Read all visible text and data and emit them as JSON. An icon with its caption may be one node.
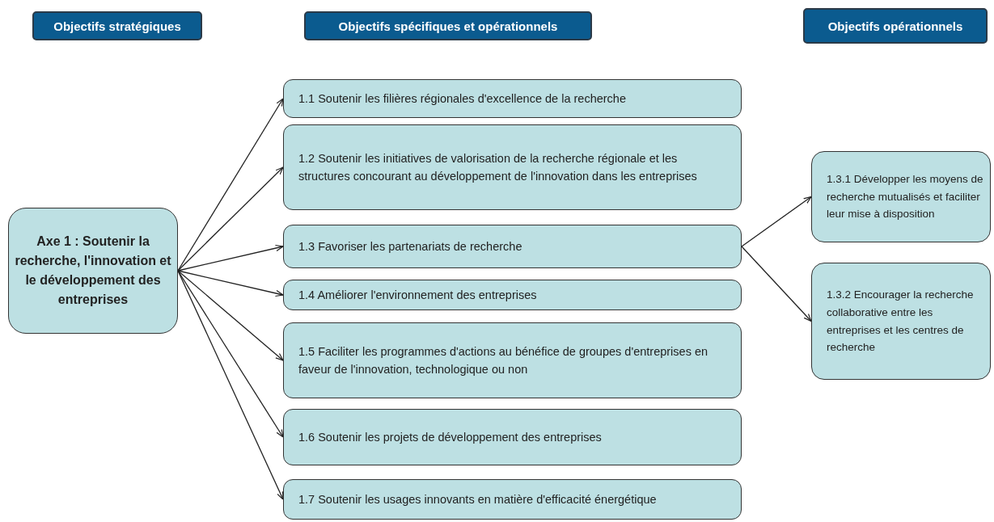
{
  "diagram": {
    "nodes": [
      {
        "text": [
          "Objectifs stratégiques"
        ]
      },
      {
        "text": [
          "Objectifs spécifiques et opérationnels"
        ]
      },
      {
        "text": [
          "Objectifs opérationnels"
        ]
      },
      {
        "text": [
          "Axe 1 : Soutenir la recherche, l'innovation et le développement des entreprises"
        ]
      },
      {
        "text": [
          "1.1 Soutenir les filières régionales d'excellence de la recherche"
        ]
      },
      {
        "text": [
          "1.2 Soutenir les initiatives de valorisation de la recherche régionale et les structures concourant au développement de l'innovation dans les entreprises"
        ]
      },
      {
        "text": [
          "1.3 Favoriser les partenariats de recherche"
        ]
      },
      {
        "text": [
          "1.4 Améliorer l'environnement des entreprises"
        ]
      },
      {
        "text": [
          "1.5 Faciliter les programmes d'actions au bénéfice de groupes d'entreprises en faveur de l'innovation, technologique ou non"
        ]
      },
      {
        "text": [
          "1.6 Soutenir les projets de développement des entreprises"
        ]
      },
      {
        "text": [
          "1.7 Soutenir les usages innovants en matière d'efficacité énergétique"
        ]
      },
      {
        "text": [
          "1.3.1  Développer les moyens de recherche mutualisés et faciliter leur mise à disposition"
        ]
      },
      {
        "text": [
          "1.3.2 Encourager la recherche collaborative entre les entreprises et les centres de recherche"
        ]
      }
    ],
    "edges": [
      {
        "from": 3,
        "to": 4,
        "arrow": "to"
      },
      {
        "from": 3,
        "to": 5,
        "arrow": "to"
      },
      {
        "from": 3,
        "to": 6,
        "arrow": "to"
      },
      {
        "from": 3,
        "to": 7,
        "arrow": "to"
      },
      {
        "from": 3,
        "to": 8,
        "arrow": "to"
      },
      {
        "from": 3,
        "to": 9,
        "arrow": "to"
      },
      {
        "from": 3,
        "to": 10,
        "arrow": "to"
      },
      {
        "from": 6,
        "to": 11,
        "arrow": "to"
      },
      {
        "from": 6,
        "to": 12,
        "arrow": "to"
      }
    ]
  }
}
